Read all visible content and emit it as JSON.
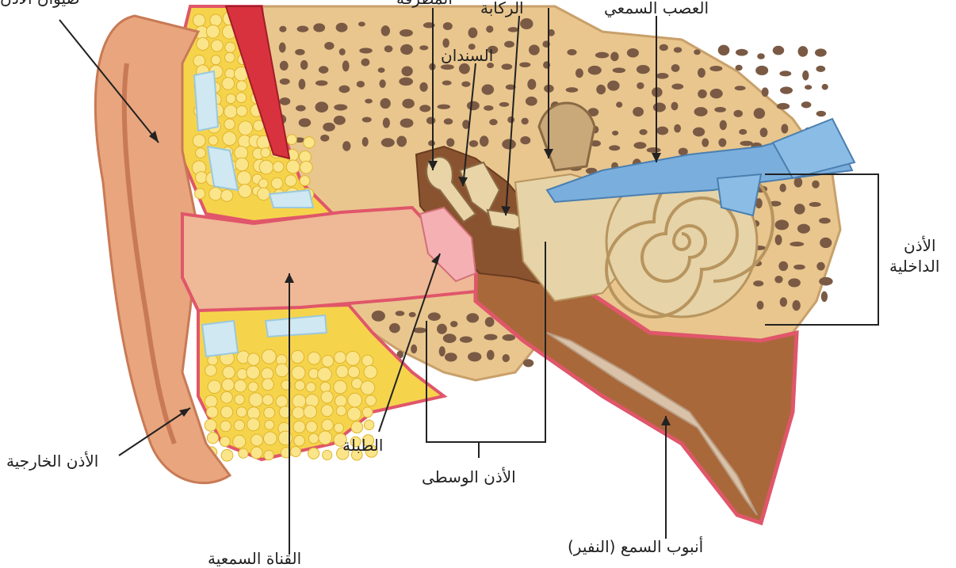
{
  "labels": {
    "auricle_partial": "صيوان الأذن",
    "anvil": "السندان",
    "stirrup_partial": "الركابة",
    "hammer_partial": "المطرقة",
    "auditory_nerve_partial": "العصب السمعي",
    "inner_ear_line1": "الأذن",
    "inner_ear_line2": "الداخلية",
    "outer_ear": "الأذن الخارجية",
    "eardrum": "الطبلة",
    "middle_ear": "الأذن الوسطى",
    "eustachian_tube": "أنبوب السمع (النفير)",
    "ear_canal_partial": "القناة السمعية"
  },
  "colors": {
    "skin": "#e8a57e",
    "skin_dark": "#c87a55",
    "bone": "#e9c68e",
    "bone_pore": "#7a5a44",
    "fat": "#f5d44c",
    "cartilage": "#cfe8f2",
    "membrane": "#e0566a",
    "muscle": "#d9323f",
    "nerve": "#7aaedc",
    "cochlea": "#e6d3a8",
    "tube": "#a9683a",
    "leader": "#222222"
  }
}
